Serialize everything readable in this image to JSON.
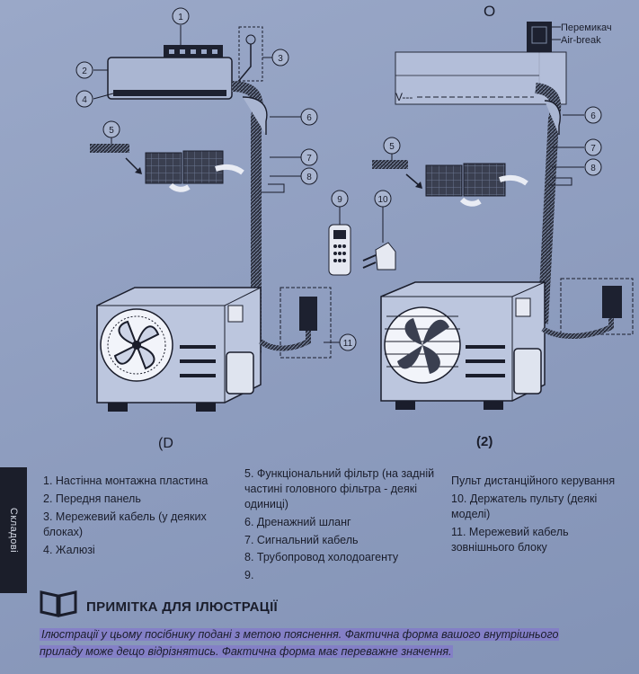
{
  "figure": {
    "callouts": [
      "1",
      "2",
      "3",
      "4",
      "5",
      "6",
      "7",
      "8",
      "9",
      "10",
      "11"
    ],
    "label_O": "O",
    "label_D": "(D",
    "label_2": "(2)",
    "airbreak_line1": "Перемикач",
    "airbreak_line2": "Air-break",
    "v_label": "V---"
  },
  "sidebar": {
    "tab_label": "Складові"
  },
  "legend": {
    "col1": [
      "1.   Настінна монтажна пластина",
      "2.   Передня панель",
      "3.   Мережевий кабель  (у деяких блоках)",
      "4.   Жалюзі"
    ],
    "col2": [
      "5.   Функціональний фільтр (на задній частині головного фільтра - деякі одиниці)",
      "6.   Дренажний шланг",
      "7.   Сигнальний кабель",
      "8.   Трубопровод холодоагенту",
      "9."
    ],
    "col3": [
      "Пульт дистанційного керування",
      "10.  Держатель пульту (деякі моделі)",
      "11. Мережевий кабель зовнішнього блоку"
    ]
  },
  "note": {
    "title": "ПРИМІТКА ДЛЯ ІЛЮСТРАЦІЇ",
    "text": "Ілюстрації у цьому посібнику подані з метою пояснення. Фактична форма вашого внутрішнього приладу може дещо відрізнятись. Фактична форма має переважне значення."
  }
}
